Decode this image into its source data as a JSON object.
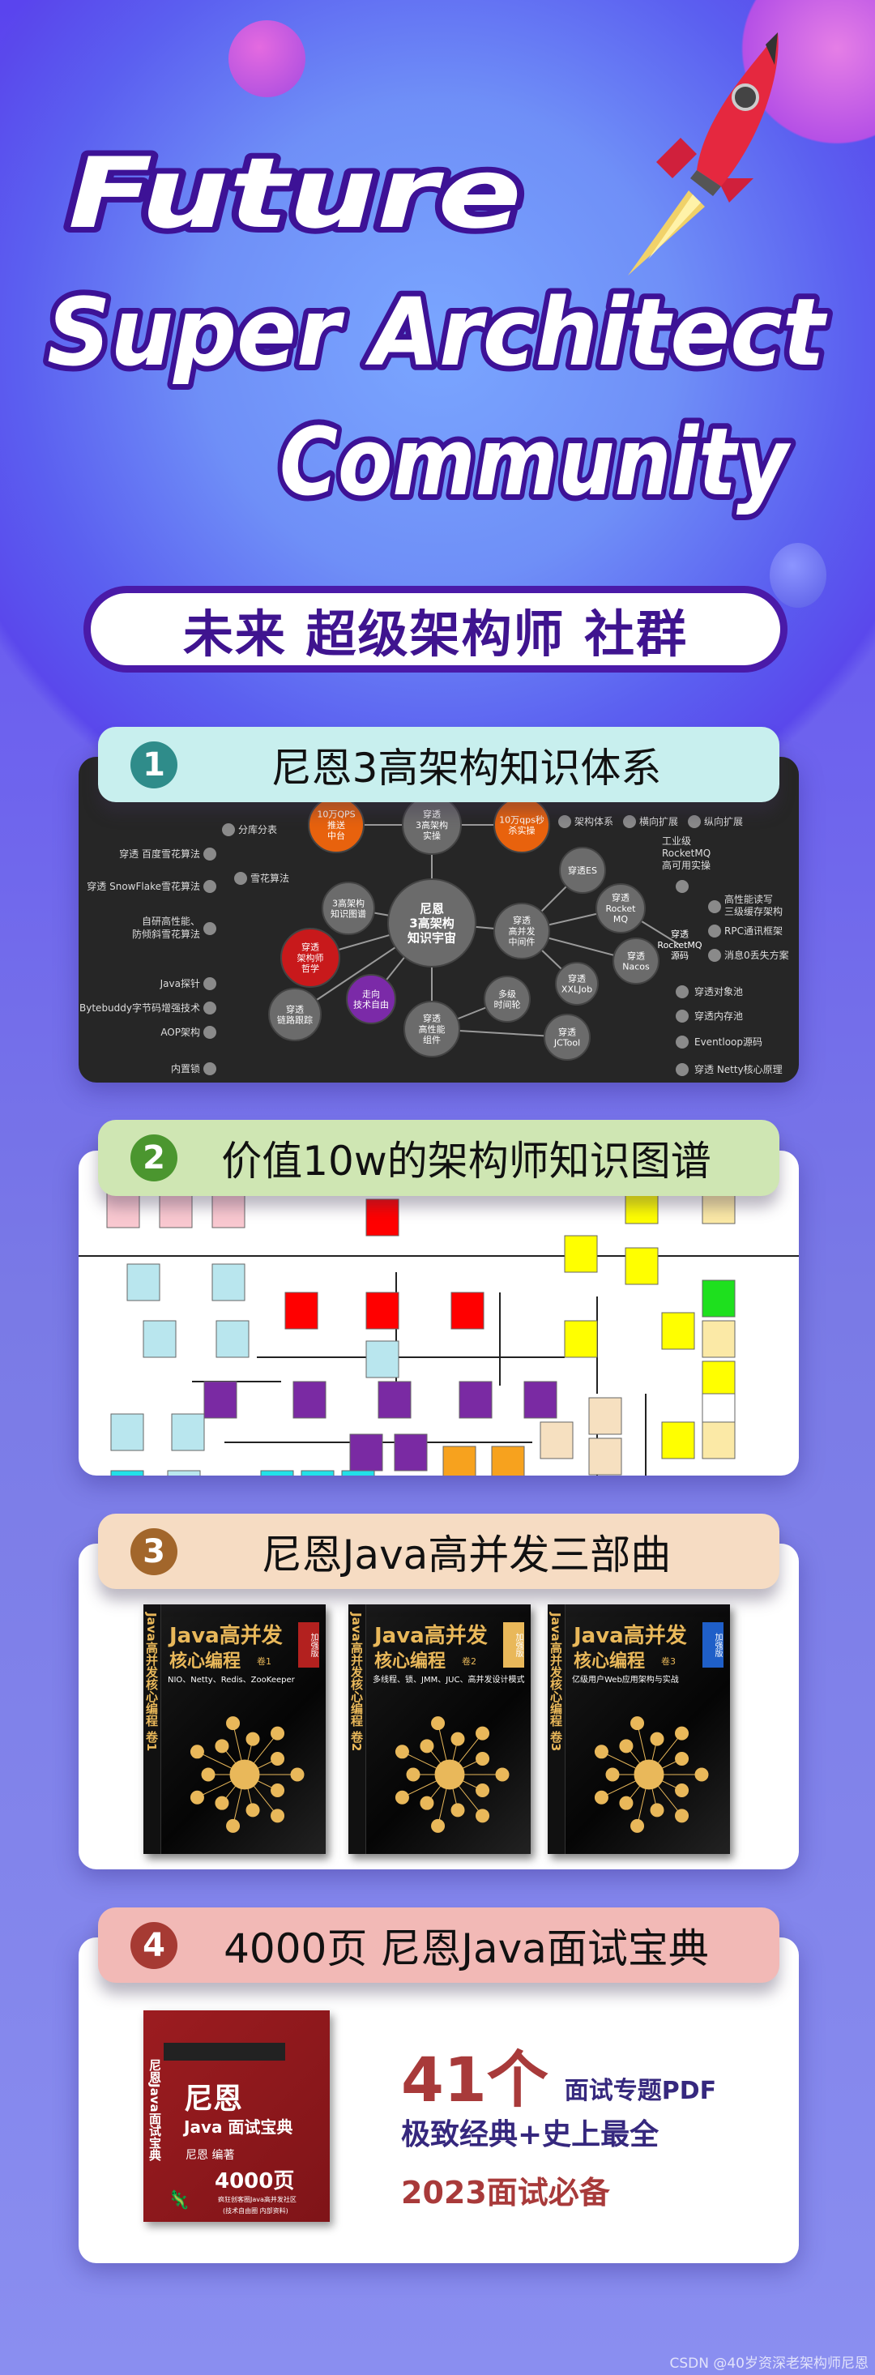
{
  "hero": {
    "line1": "Future",
    "line2": "Super Architect",
    "line3": "Community",
    "tagline": "未来 超级架构师 社群"
  },
  "sections": [
    {
      "number": "1",
      "title": "尼恩3高架构知识体系",
      "header_color": "#c8efee",
      "number_color": "#2f8c8a"
    },
    {
      "number": "2",
      "title": "价值10w的架构师知识图谱",
      "header_color": "#cfe6b3",
      "number_color": "#4b962f"
    },
    {
      "number": "3",
      "title": "尼恩Java高并发三部曲",
      "header_color": "#f6dcc3",
      "number_color": "#a2662b"
    },
    {
      "number": "4",
      "title": "4000页 尼恩Java面试宝典",
      "header_color": "#f2b9b6",
      "number_color": "#a63a33"
    }
  ],
  "mindmap": {
    "nodes": [
      "尼恩 3高架构 知识宇宙",
      "穿透 3高架构 实操",
      "10万QPS 推送 中台",
      "10万qps秒 杀实操",
      "3高架构 知识图谱",
      "穿透 架构师 哲学",
      "走向 技术自由",
      "穿透 链路跟踪",
      "穿透 高性能 组件",
      "多级 时间轮",
      "穿透 JCTool",
      "穿透 高并发 中间件",
      "穿透ES",
      "穿透 Rocket MQ",
      "穿透 Nacos",
      "穿透 XXLJob",
      "穿透 RocketMQ 源码"
    ],
    "labels": [
      "分库分表",
      "架构体系",
      "横向扩展",
      "纵向扩展",
      "穿透 百度雪花算法",
      "雪花算法",
      "穿透 SnowFlake雪花算法",
      "自研高性能、",
      "防倾斜雪花算法",
      "工业级",
      "RocketMQ",
      "高可用实操",
      "高性能读写",
      "三级缓存架构",
      "RPC通讯框架",
      "消息0丢失方案",
      "Java探针",
      "Bytebuddy字节码增强技术",
      "AOP架构",
      "穿透对象池",
      "穿透内存池",
      "Eventloop源码",
      "穿透 Netty核心原理",
      "内置锁"
    ]
  },
  "books": [
    {
      "title": "Java高并发",
      "subtitle": "核心编程",
      "volume": "卷1",
      "edition": "加强版",
      "topics": "NIO、Netty、Redis、ZooKeeper",
      "badge_color": "#b3211f"
    },
    {
      "title": "Java高并发",
      "subtitle": "核心编程",
      "volume": "卷2",
      "edition": "加强版",
      "topics": "多线程、锁、JMM、JUC、高并发设计模式",
      "badge_color": "#e9b85a"
    },
    {
      "title": "Java高并发",
      "subtitle": "核心编程",
      "volume": "卷3",
      "edition": "加强版",
      "topics": "亿级用户Web应用架构与实战",
      "badge_color": "#1f5fc8"
    }
  ],
  "interview_book": {
    "spine": "尼恩Java面试宝典",
    "title": "尼恩",
    "subtitle": "Java 面试宝典",
    "author": "尼恩 编著",
    "pages": "4000页",
    "community": "疯狂创客圈Java高并发社区",
    "note": "(技术自由圈 内部资料)"
  },
  "promo": {
    "count": "41个",
    "count_label": "面试专题PDF",
    "line2": "极致经典+史上最全",
    "line3": "2023面试必备"
  },
  "watermark": "CSDN @40岁资深老架构师尼恩"
}
